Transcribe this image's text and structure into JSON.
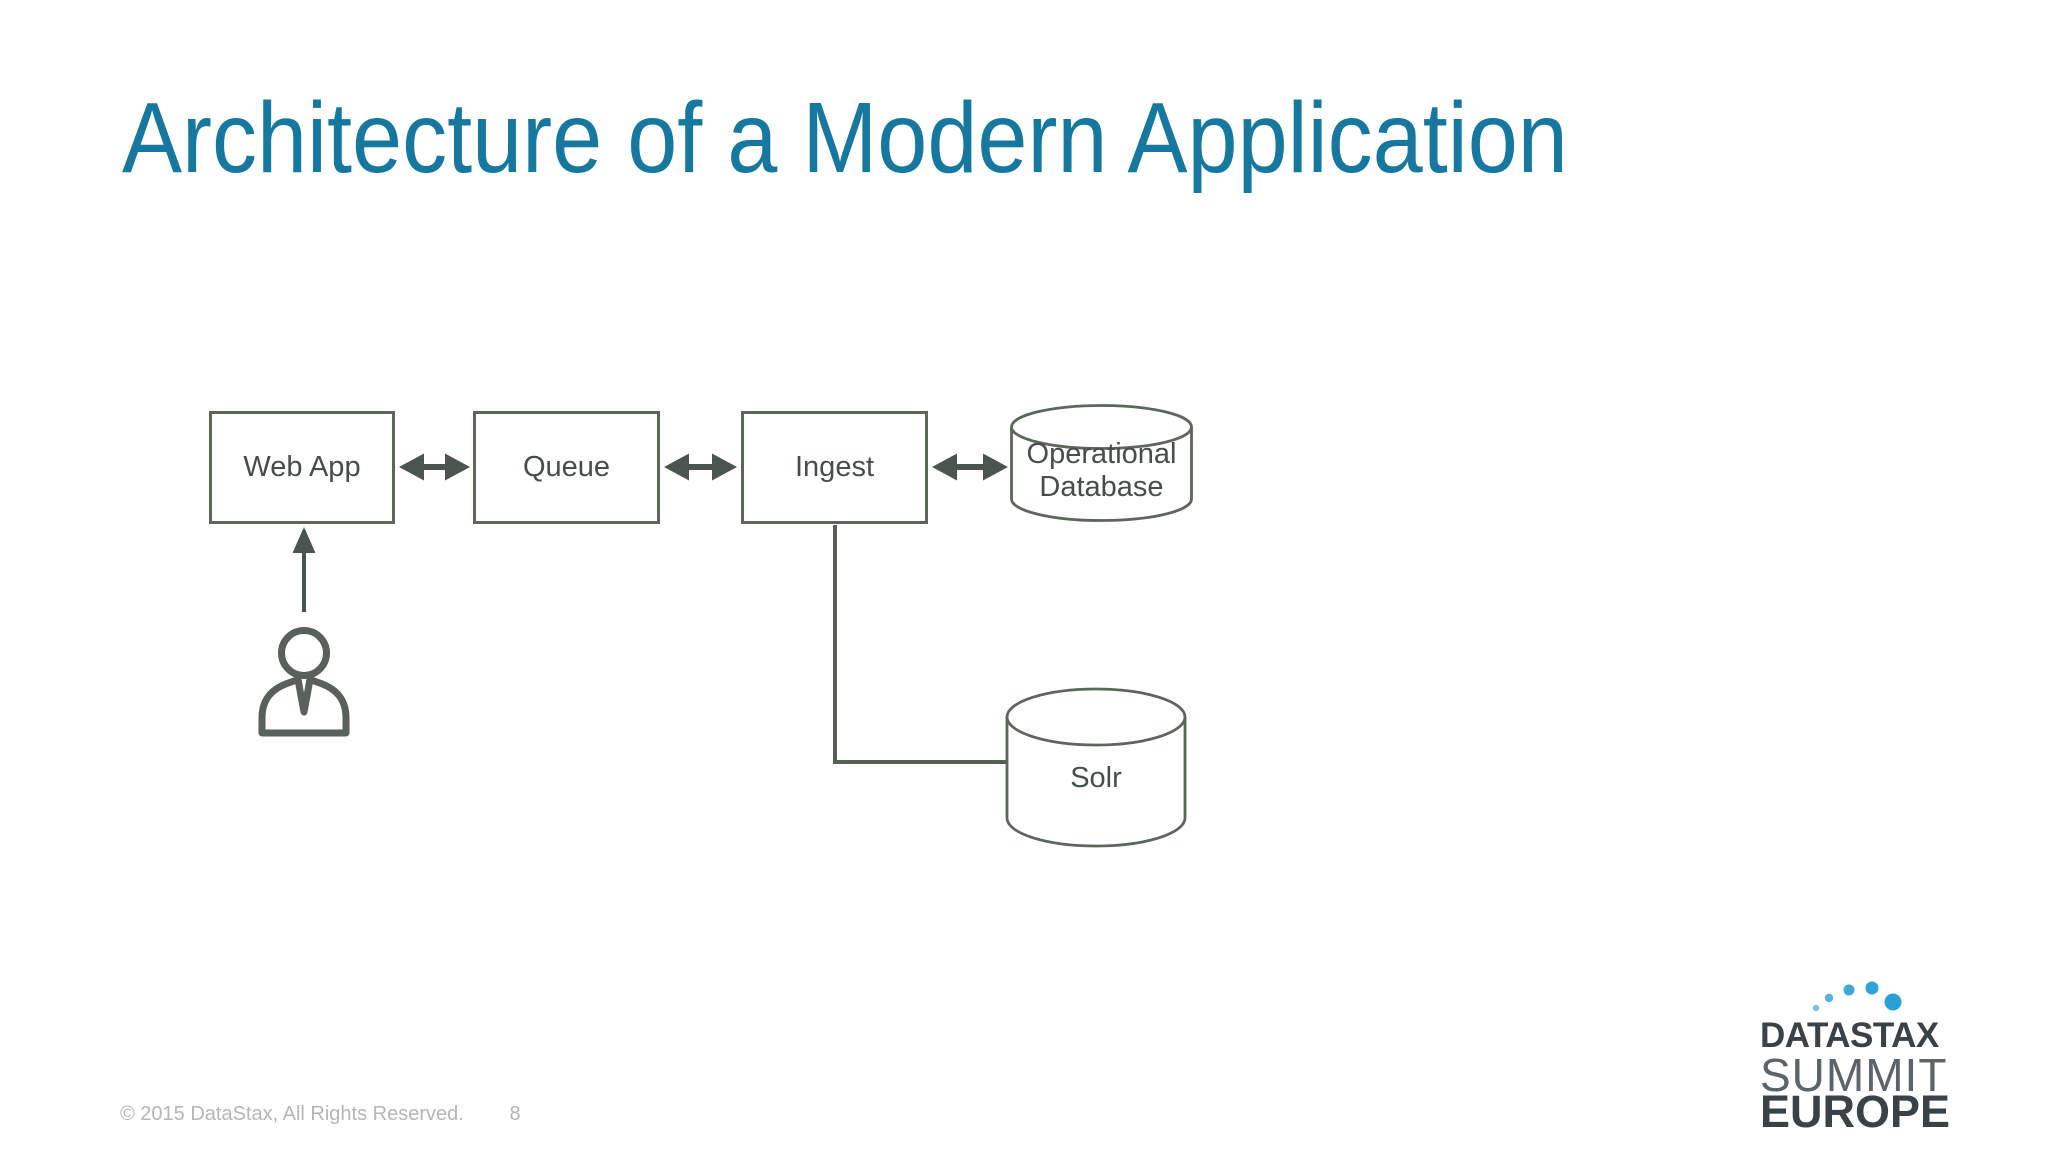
{
  "slide": {
    "title": "Architecture of a Modern Application",
    "copyright": "© 2015 DataStax, All Rights Reserved.",
    "page_number": "8"
  },
  "diagram": {
    "nodes": {
      "web_app": {
        "label": "Web App",
        "shape": "rectangle"
      },
      "queue": {
        "label": "Queue",
        "shape": "rectangle"
      },
      "ingest": {
        "label": "Ingest",
        "shape": "rectangle"
      },
      "operational_database": {
        "label_line1": "Operational",
        "label_line2": "Database",
        "shape": "cylinder"
      },
      "solr": {
        "label": "Solr",
        "shape": "cylinder"
      }
    },
    "actor": {
      "name": "user"
    },
    "edges": [
      {
        "from": "user",
        "to": "web_app",
        "style": "single-arrow-up"
      },
      {
        "from": "web_app",
        "to": "queue",
        "style": "double-arrow"
      },
      {
        "from": "queue",
        "to": "ingest",
        "style": "double-arrow"
      },
      {
        "from": "ingest",
        "to": "operational_database",
        "style": "double-arrow"
      },
      {
        "from": "ingest",
        "to": "solr",
        "style": "elbow-line"
      }
    ]
  },
  "logo": {
    "line1": "DATASTAX",
    "line2": "SUMMIT",
    "line3": "EUROPE"
  },
  "colors": {
    "title": "#17789F",
    "node_border": "#5D655D",
    "node_text": "#474D4D",
    "arrow": "#4C554D",
    "footer_text": "#B5B6B6",
    "logo_dark": "#3B4247",
    "logo_summit_gray": "#5D6469",
    "logo_blue": "#2F9FD8"
  }
}
